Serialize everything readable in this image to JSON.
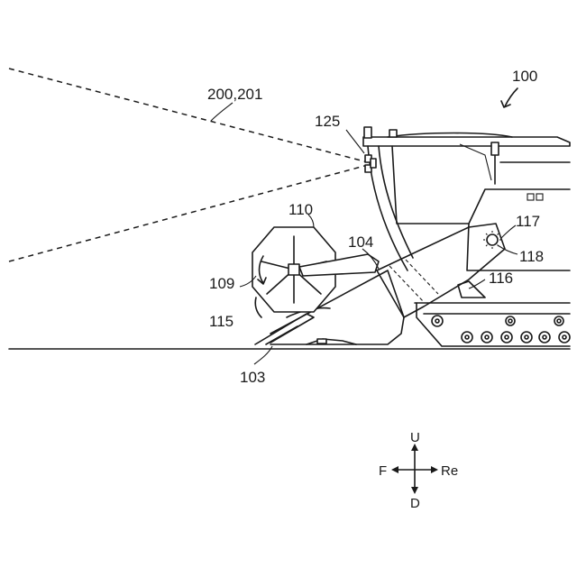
{
  "labels": {
    "machine": "100",
    "field_of_view": "200,201",
    "sensor": "125",
    "reel": "110",
    "reel_rotation": "109",
    "feeder": "104",
    "indicator": "117",
    "lamp": "118",
    "arm": "116",
    "reel_arrow": "115",
    "cutter": "103"
  },
  "directions": {
    "up": "U",
    "down": "D",
    "front": "F",
    "rear": "Re"
  }
}
